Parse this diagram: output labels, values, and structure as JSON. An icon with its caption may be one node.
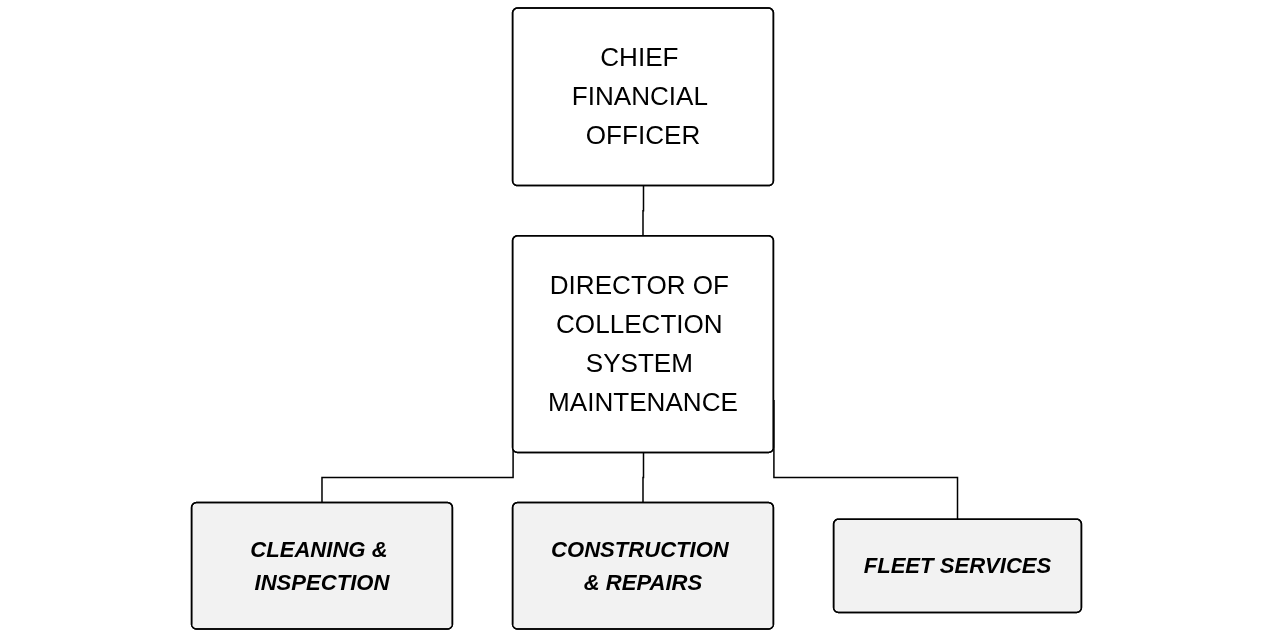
{
  "diagram": {
    "nodes": [
      {
        "text": [
          "CHIEF FINANCIAL OFFICER"
        ]
      },
      {
        "text": [
          "DIRECTOR OF COLLECTION SYSTEM MAINTENANCE"
        ]
      },
      {
        "text": [
          "CLEANING & INSPECTION"
        ]
      },
      {
        "text": [
          "CONSTRUCTION & REPAIRS"
        ]
      },
      {
        "text": [
          "FLEET SERVICES"
        ]
      }
    ],
    "edges": [
      {
        "from": 0,
        "to": 1,
        "arrow": "none"
      },
      {
        "from": 1,
        "to": 2,
        "arrow": "none"
      },
      {
        "from": 1,
        "to": 3,
        "arrow": "none"
      },
      {
        "from": 1,
        "to": 4,
        "arrow": "none"
      }
    ]
  }
}
